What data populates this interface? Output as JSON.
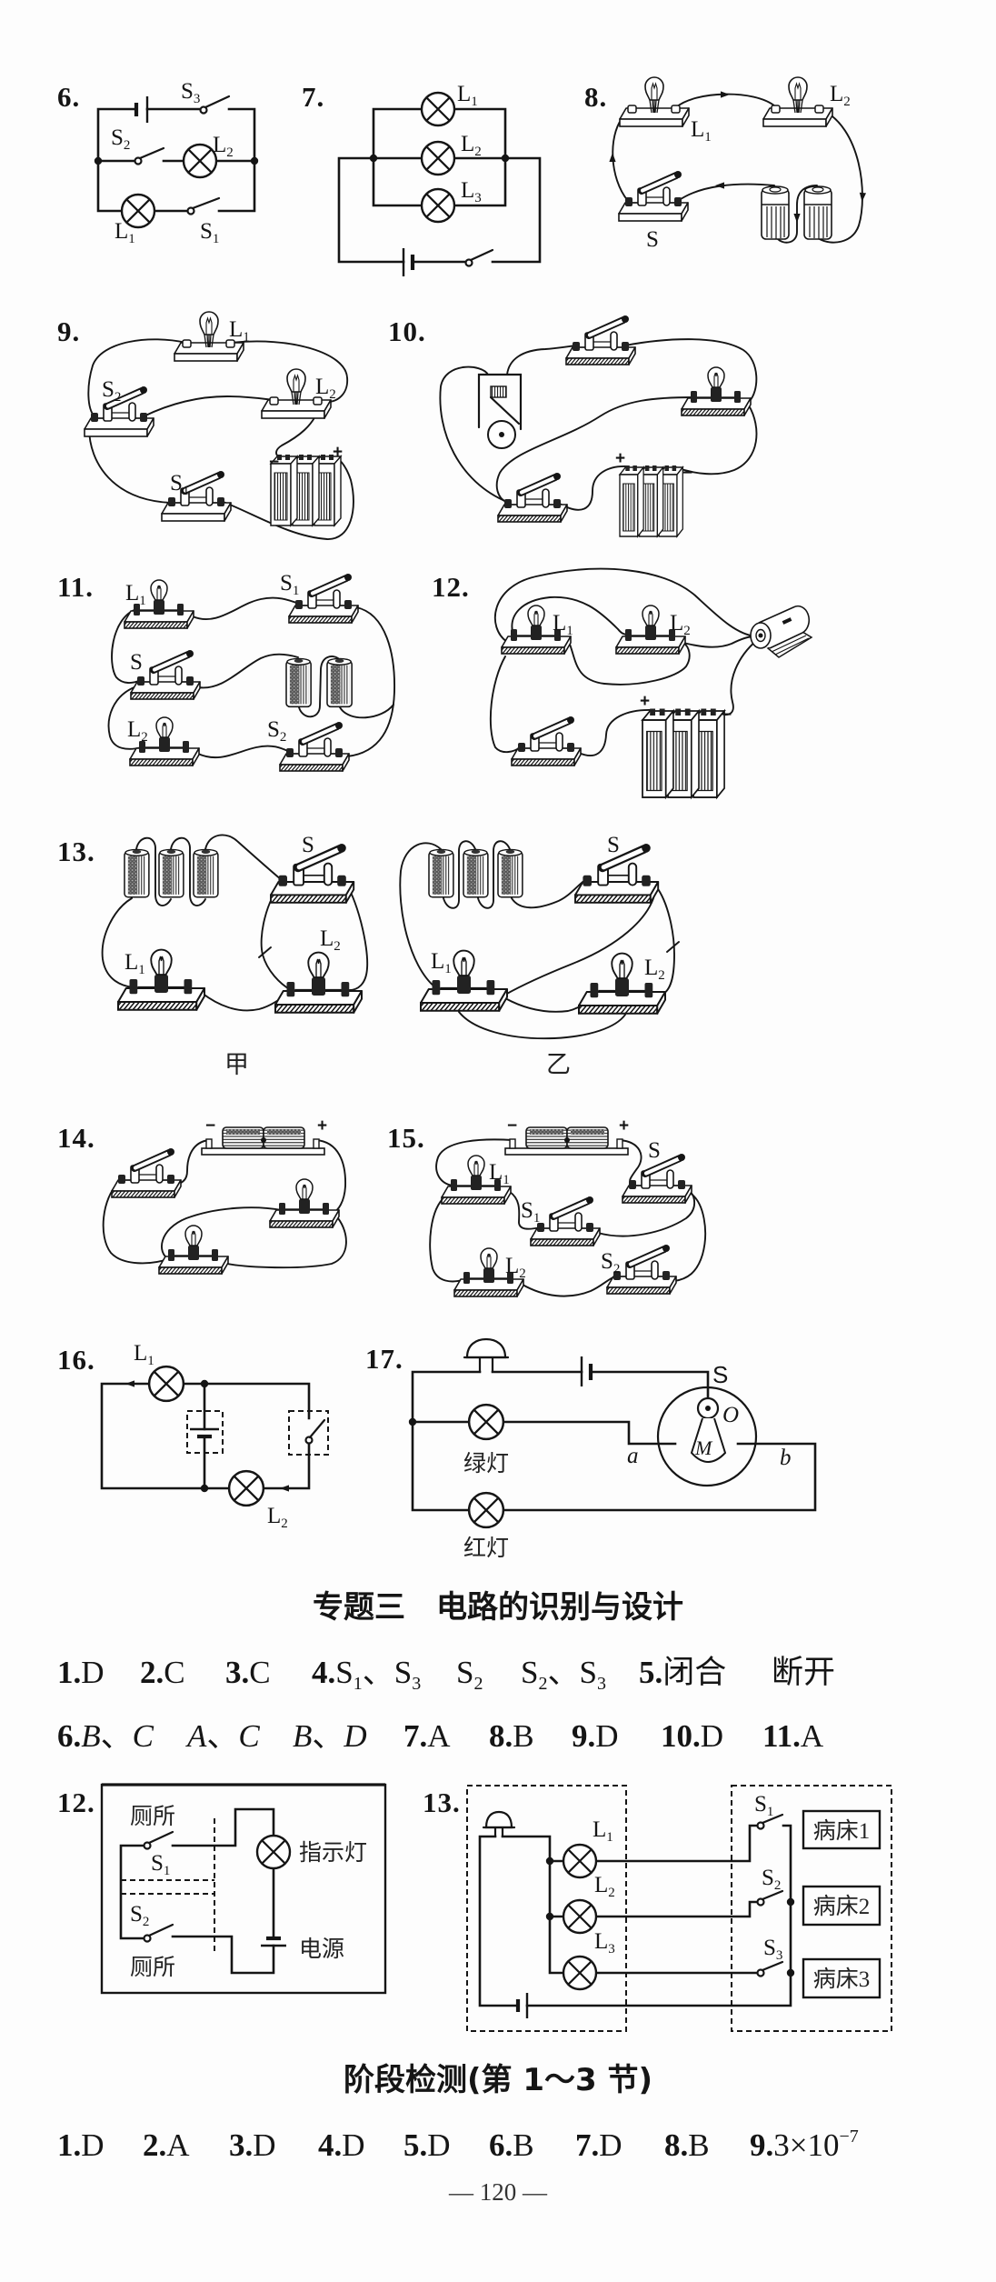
{
  "figures": {
    "q6": {
      "number": "6.",
      "labels": {
        "s3": {
          "m": "S",
          "s": "3"
        },
        "s2": {
          "m": "S",
          "s": "2"
        },
        "l2": {
          "m": "L",
          "s": "2"
        },
        "l1": {
          "m": "L",
          "s": "1"
        },
        "s1": {
          "m": "S",
          "s": "1"
        }
      }
    },
    "q7": {
      "number": "7.",
      "labels": {
        "l1": {
          "m": "L",
          "s": "1"
        },
        "l2": {
          "m": "L",
          "s": "2"
        },
        "l3": {
          "m": "L",
          "s": "3"
        }
      }
    },
    "q8": {
      "number": "8.",
      "labels": {
        "l1": {
          "m": "L",
          "s": "1"
        },
        "l2": {
          "m": "L",
          "s": "2"
        },
        "s": "S"
      }
    },
    "q9": {
      "number": "9.",
      "labels": {
        "l1": {
          "m": "L",
          "s": "1"
        },
        "l2": {
          "m": "L",
          "s": "2"
        },
        "s2": {
          "m": "S",
          "s": "2"
        },
        "s1": {
          "m": "S",
          "s": "1"
        }
      },
      "battery": {
        "negative": "−",
        "positive": "+"
      }
    },
    "q10": {
      "number": "10.",
      "battery": {
        "positive": "+",
        "negative": "−"
      }
    },
    "q11": {
      "number": "11.",
      "labels": {
        "l1": {
          "m": "L",
          "s": "1"
        },
        "s1": {
          "m": "S",
          "s": "1"
        },
        "s": "S",
        "l2": {
          "m": "L",
          "s": "2"
        },
        "s2": {
          "m": "S",
          "s": "2"
        }
      }
    },
    "q12": {
      "number": "12.",
      "labels": {
        "l1": {
          "m": "L",
          "s": "1"
        },
        "l2": {
          "m": "L",
          "s": "2"
        }
      },
      "battery": {
        "positive": "+",
        "negative": "−"
      }
    },
    "q13": {
      "number": "13.",
      "panels": [
        {
          "caption": "甲",
          "labels": {
            "s": "S",
            "l1": {
              "m": "L",
              "s": "1"
            },
            "l2": {
              "m": "L",
              "s": "2"
            }
          }
        },
        {
          "caption": "乙",
          "labels": {
            "s": "S",
            "l1": {
              "m": "L",
              "s": "1"
            },
            "l2": {
              "m": "L",
              "s": "2"
            }
          }
        }
      ]
    },
    "q14": {
      "number": "14.",
      "battery": {
        "negative": "−",
        "positive": "+"
      }
    },
    "q15": {
      "number": "15.",
      "labels": {
        "l1": {
          "m": "L",
          "s": "1"
        },
        "s": "S",
        "s1": {
          "m": "S",
          "s": "1"
        },
        "l2": {
          "m": "L",
          "s": "2"
        },
        "s2": {
          "m": "S",
          "s": "2"
        }
      },
      "battery": {
        "negative": "−",
        "positive": "+"
      }
    },
    "q16": {
      "number": "16.",
      "labels": {
        "l1": {
          "m": "L",
          "s": "1"
        },
        "l2": {
          "m": "L",
          "s": "2"
        }
      }
    },
    "q17": {
      "number": "17.",
      "labels": {
        "s": "S",
        "pivot": "O",
        "pendulum": "M",
        "contact_a": "a",
        "contact_b": "b",
        "green_lamp": "绿灯",
        "red_lamp": "红灯"
      }
    }
  },
  "section_topic3": {
    "title": "专题三　电路的识别与设计",
    "answers_row1": [
      {
        "num": "1.",
        "ans": "D"
      },
      {
        "num": "2.",
        "ans": "C"
      },
      {
        "num": "3.",
        "ans": "C"
      }
    ],
    "q4": {
      "num": "4.",
      "sep": "、",
      "blanks": [
        [
          {
            "m": "S",
            "s": "1"
          },
          {
            "m": "S",
            "s": "3"
          }
        ],
        [
          {
            "m": "S",
            "s": "2"
          }
        ],
        [
          {
            "m": "S",
            "s": "2"
          },
          {
            "m": "S",
            "s": "3"
          }
        ]
      ]
    },
    "q5": {
      "num": "5.",
      "blanks": [
        "闭合",
        "断开"
      ]
    },
    "q6": {
      "num": "6.",
      "sep": "、",
      "blanks": [
        [
          "B",
          "C"
        ],
        [
          "A",
          "C"
        ],
        [
          "B",
          "D"
        ]
      ]
    },
    "answers_row2": [
      {
        "num": "7.",
        "ans": "A"
      },
      {
        "num": "8.",
        "ans": "B"
      },
      {
        "num": "9.",
        "ans": "D"
      },
      {
        "num": "10.",
        "ans": "D"
      },
      {
        "num": "11.",
        "ans": "A"
      }
    ],
    "design_q12": {
      "number": "12.",
      "labels": {
        "toilet_top": "厕所",
        "s1": {
          "m": "S",
          "s": "1"
        },
        "indicator_lamp": "指示灯",
        "s2": {
          "m": "S",
          "s": "2"
        },
        "power_source": "电源",
        "toilet_bottom": "厕所"
      }
    },
    "design_q13": {
      "number": "13.",
      "labels": {
        "l1": {
          "m": "L",
          "s": "1"
        },
        "l2": {
          "m": "L",
          "s": "2"
        },
        "l3": {
          "m": "L",
          "s": "3"
        },
        "s1": {
          "m": "S",
          "s": "1"
        },
        "s2": {
          "m": "S",
          "s": "2"
        },
        "s3": {
          "m": "S",
          "s": "3"
        }
      },
      "beds": [
        "病床1",
        "病床2",
        "病床3"
      ]
    }
  },
  "section_stage_test": {
    "title": "阶段检测(第 1～3 节)",
    "answers": [
      {
        "num": "1.",
        "ans": "D"
      },
      {
        "num": "2.",
        "ans": "A"
      },
      {
        "num": "3.",
        "ans": "D"
      },
      {
        "num": "4.",
        "ans": "D"
      },
      {
        "num": "5.",
        "ans": "D"
      },
      {
        "num": "6.",
        "ans": "B"
      },
      {
        "num": "7.",
        "ans": "D"
      },
      {
        "num": "8.",
        "ans": "B"
      }
    ],
    "q9": {
      "num": "9.",
      "coefficient": "3",
      "times": "×",
      "base": "10",
      "exponent": "−7"
    }
  },
  "footer": {
    "page_number": "— 120 —"
  }
}
